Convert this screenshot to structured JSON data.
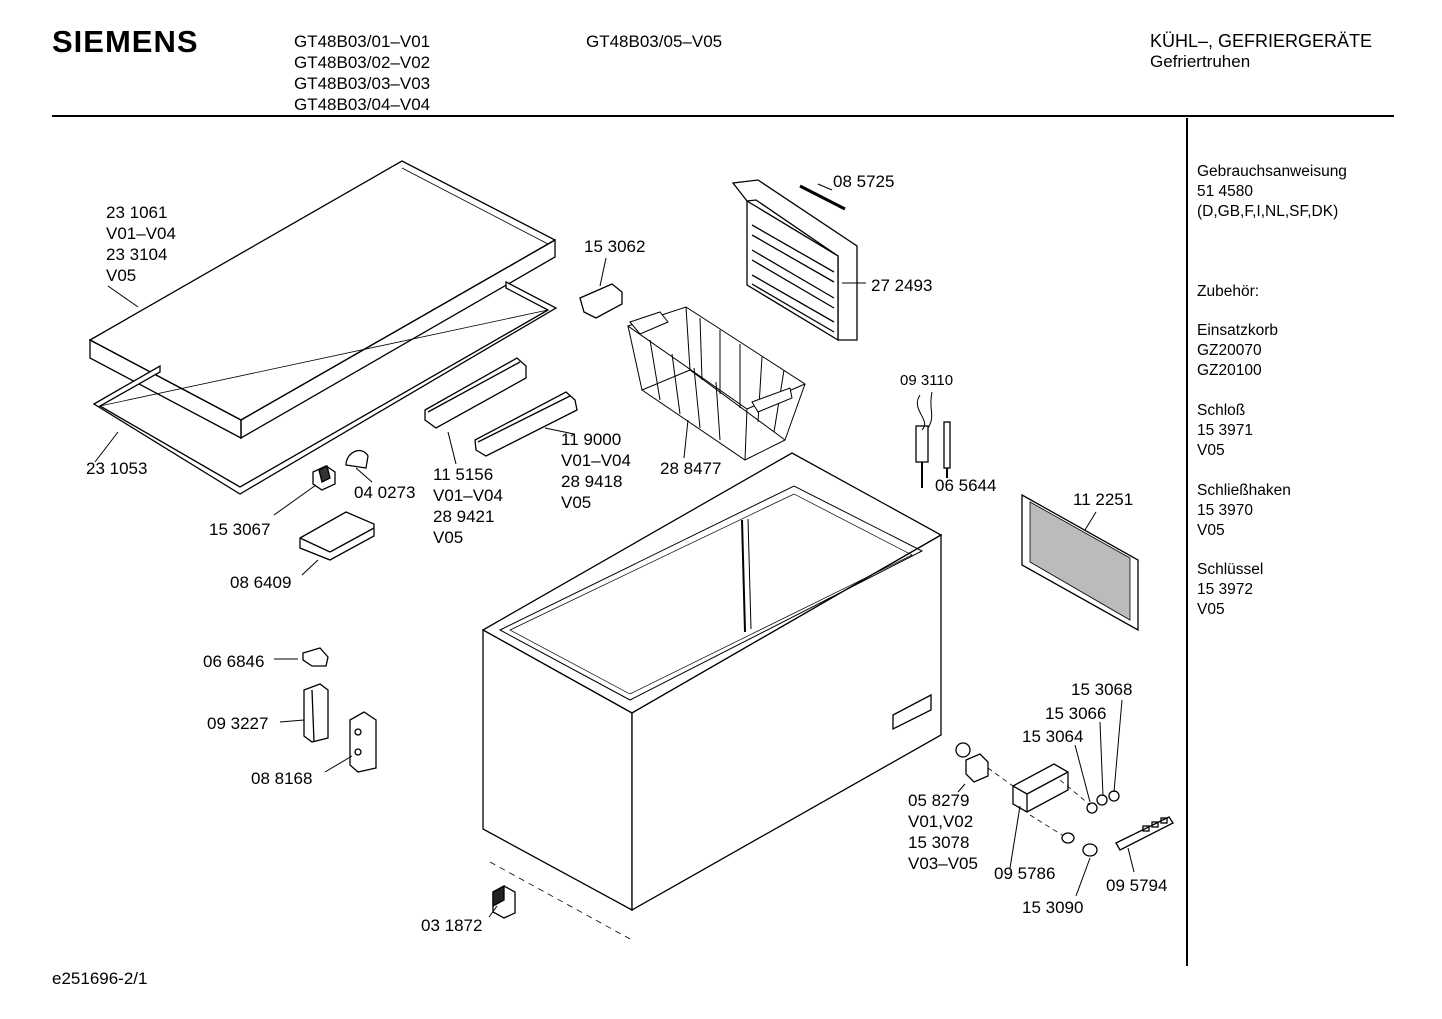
{
  "header": {
    "brand": "SIEMENS",
    "models_col1": [
      "GT48B03/01–V01",
      "GT48B03/02–V02",
      "GT48B03/03–V03",
      "GT48B03/04–V04"
    ],
    "models_col2": [
      "GT48B03/05–V05"
    ],
    "category": "KÜHL–, GEFRIERGERÄTE",
    "subcategory": "Gefriertruhen"
  },
  "sidebar": {
    "manual": [
      "Gebrauchsanweisung",
      "51 4580",
      "(D,GB,F,I,NL,SF,DK)"
    ],
    "accessories_title": "Zubehör:",
    "groups": [
      [
        "Einsatzkorb",
        "GZ20070",
        "GZ20100"
      ],
      [
        "Schloß",
        "15 3971",
        "V05"
      ],
      [
        "Schließhaken",
        "15 3970",
        "V05"
      ],
      [
        "Schlüssel",
        "15 3972",
        "V05"
      ]
    ]
  },
  "labels": {
    "lid": [
      "23 1061",
      "V01–V04",
      "23 3104",
      "V05"
    ],
    "gasket": [
      "23 1053"
    ],
    "lamp": [
      "04 0273"
    ],
    "switch": [
      "15 3067"
    ],
    "lamp_cover": [
      "08 6409"
    ],
    "handle_a": [
      "11 5156",
      "V01–V04",
      "28 9421",
      "V05"
    ],
    "handle_b": [
      "11 9000",
      "V01–V04",
      "28 9418",
      "V05"
    ],
    "basket_handle": [
      "15 3062"
    ],
    "basket": [
      "28 8477"
    ],
    "divider_top": [
      "08 5725"
    ],
    "divider": [
      "27 2493"
    ],
    "thermostat": [
      "09 3110"
    ],
    "sensor": [
      "06 5644"
    ],
    "grille": [
      "11 2251"
    ],
    "clip": [
      "06 6846"
    ],
    "hinge_cover": [
      "09 3227"
    ],
    "hinge": [
      "08 8168"
    ],
    "foot": [
      "03 1872"
    ],
    "lamp_set": [
      "05 8279",
      "V01,V02",
      "15 3078",
      "V03–V05"
    ],
    "ind_1": [
      "15 3068"
    ],
    "ind_2": [
      "15 3066"
    ],
    "ind_3": [
      "15 3064"
    ],
    "control_box": [
      "09 5786"
    ],
    "knob": [
      "15 3090"
    ],
    "panel": [
      "09 5794"
    ]
  },
  "footer": {
    "doc_id": "e251696-2/1"
  }
}
